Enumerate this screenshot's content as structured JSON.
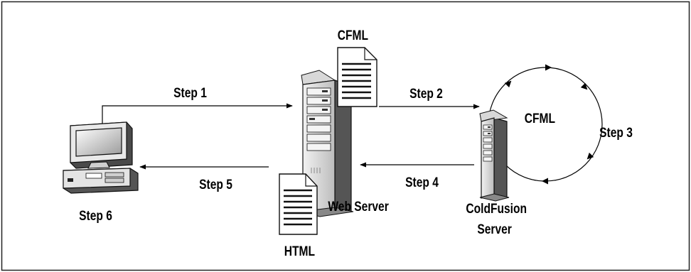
{
  "labels": {
    "step1": "Step 1",
    "step2": "Step 2",
    "step3": "Step 3",
    "step4": "Step 4",
    "step5": "Step 5",
    "step6": "Step 6",
    "cfml_doc": "CFML",
    "cfml_loop": "CFML",
    "html_doc": "HTML",
    "web_server": "Web Server",
    "coldfusion_line1": "ColdFusion",
    "coldfusion_line2": "Server"
  },
  "icons": {
    "client": "desktop-computer-icon",
    "web_server": "tower-server-icon",
    "coldfusion_server": "tower-server-icon",
    "cfml_document": "document-icon",
    "html_document": "document-icon"
  },
  "colors": {
    "line": "#000000",
    "frame": "#1a1a1a",
    "light_gray": "#e6e6e6",
    "mid_gray": "#bdbdbd",
    "dark_gray": "#6e6e6e",
    "screen": "#ffffff"
  }
}
